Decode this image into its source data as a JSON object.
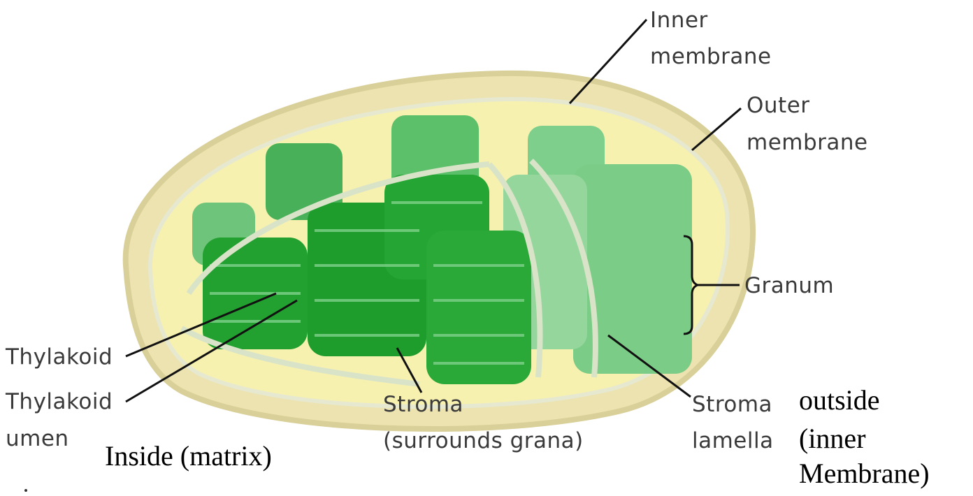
{
  "labels": {
    "inner_membrane_1": "Inner",
    "inner_membrane_2": "membrane",
    "outer_membrane_1": "Outer",
    "outer_membrane_2": "membrane",
    "granum": "Granum",
    "thylakoid": "Thylakoid",
    "thylakoid_lumen_1": "Thylakoid",
    "thylakoid_lumen_2": "umen",
    "stroma_1": "Stroma",
    "stroma_2": "(surrounds grana)",
    "stroma_lamella_1": "Stroma",
    "stroma_lamella_2": "lamella"
  },
  "annotations": {
    "inside": "Inside (matrix)",
    "outside_1": "outside",
    "outside_2": "(inner",
    "outside_3": "Membrane)"
  },
  "colors": {
    "outer_membrane": "#e8dca0",
    "intermembrane": "#f6f0a8",
    "stroma": "#fbf6c6",
    "granum_dark": "#1fa02a",
    "granum_mid": "#3cb44a",
    "granum_light": "#6cc57a",
    "lamella": "#c9d9b8"
  }
}
